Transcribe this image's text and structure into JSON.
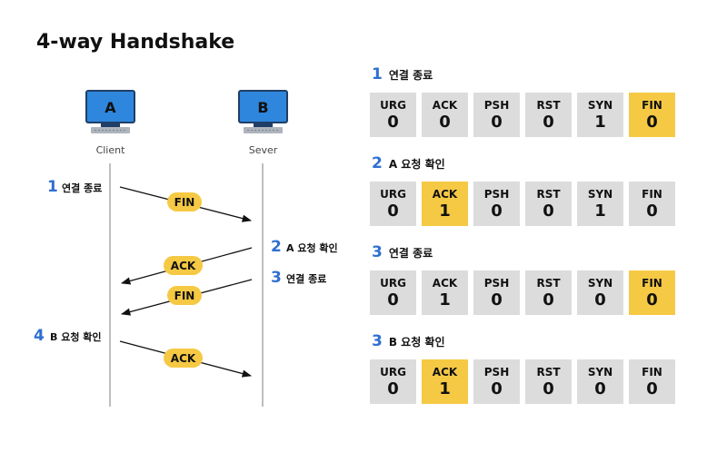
{
  "title": "4-way Handshake",
  "colors": {
    "accent": "#2f6fd1",
    "highlight": "#f6c944",
    "cell": "#dcdcdc",
    "monitor_blue": "#2f86dd"
  },
  "nodes": {
    "a": {
      "letter": "A",
      "name": "Client",
      "icon": "computer-icon"
    },
    "b": {
      "letter": "B",
      "name": "Sever",
      "icon": "computer-icon"
    }
  },
  "sequence": {
    "steps": [
      {
        "num": "1",
        "label": "연결 종료"
      },
      {
        "num": "2",
        "label": "A 요청 확인"
      },
      {
        "num": "3",
        "label": "연결 종료"
      },
      {
        "num": "4",
        "label": "B 요청 확인"
      }
    ],
    "messages": [
      "FIN",
      "ACK",
      "FIN",
      "ACK"
    ]
  },
  "flag_names": [
    "URG",
    "ACK",
    "PSH",
    "RST",
    "SYN",
    "FIN"
  ],
  "sections": [
    {
      "num": "1",
      "label": "연결 종료",
      "values": [
        "0",
        "0",
        "0",
        "0",
        "1",
        "0"
      ],
      "highlight": [
        5
      ]
    },
    {
      "num": "2",
      "label": "A 요청 확인",
      "values": [
        "0",
        "1",
        "0",
        "0",
        "1",
        "0"
      ],
      "highlight": [
        1
      ]
    },
    {
      "num": "3",
      "label": "연결 종료",
      "values": [
        "0",
        "1",
        "0",
        "0",
        "0",
        "0"
      ],
      "highlight": [
        5
      ]
    },
    {
      "num": "3",
      "label": "B 요청 확인",
      "values": [
        "0",
        "1",
        "0",
        "0",
        "0",
        "0"
      ],
      "highlight": [
        1
      ]
    }
  ]
}
